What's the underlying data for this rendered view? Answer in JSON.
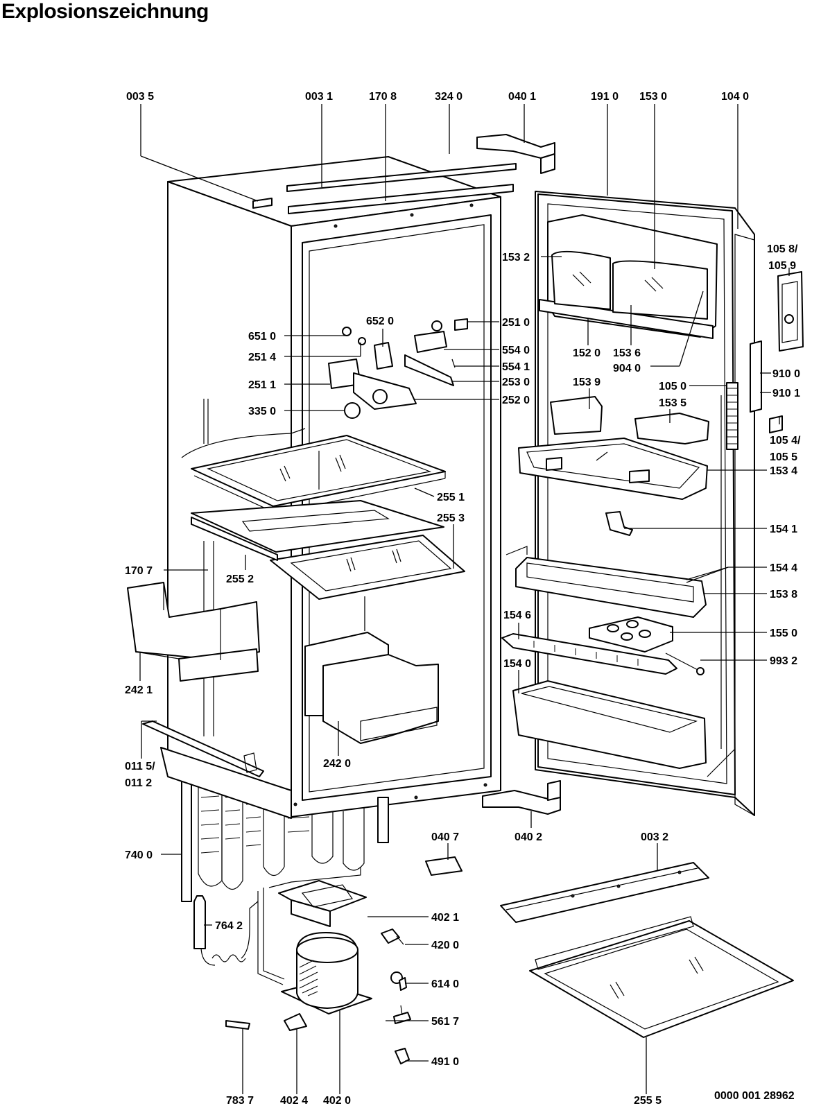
{
  "title": "Explosionszeichnung",
  "document_number": "0000 001 28962",
  "labels": {
    "p0035": "003 5",
    "p0031": "003 1",
    "p1708": "170 8",
    "p3240": "324 0",
    "p0401": "040 1",
    "p1910": "191 0",
    "p1530": "153 0",
    "p1040": "104 0",
    "p1058": "105 8/",
    "p1059": "105 9",
    "p1532": "153 2",
    "p6510": "651 0",
    "p6520": "652 0",
    "p2510": "251 0",
    "p2514": "251 4",
    "p5540": "554 0",
    "p5541": "554 1",
    "p2511": "251 1",
    "p2530": "253 0",
    "p2520": "252 0",
    "p3350": "335 0",
    "p1520": "152 0",
    "p1536": "153 6",
    "p9040": "904 0",
    "p9100": "910 0",
    "p9101": "910 1",
    "p1539": "153 9",
    "p1050": "105 0",
    "p1535": "153 5",
    "p1054": "105 4/",
    "p1055": "105 5",
    "p1534": "153 4",
    "p2551": "255 1",
    "p2553": "255 3",
    "p1541": "154 1",
    "p1707": "170 7",
    "p2552": "255 2",
    "p1544": "154 4",
    "p1538": "153 8",
    "p1546": "154 6",
    "p1550": "155 0",
    "p9932": "993 2",
    "p1540": "154 0",
    "p2421": "242 1",
    "p0115": "011 5/",
    "p0112": "011 2",
    "p2420": "242 0",
    "p0407": "040 7",
    "p0402": "040 2",
    "p0032": "003 2",
    "p7400": "740 0",
    "p4021": "402 1",
    "p7642": "764 2",
    "p4200": "420 0",
    "p6140": "614 0",
    "p5617": "561 7",
    "p4910": "491 0",
    "p7837": "783 7",
    "p4024": "402 4",
    "p4020": "402 0",
    "p2555": "255 5"
  }
}
